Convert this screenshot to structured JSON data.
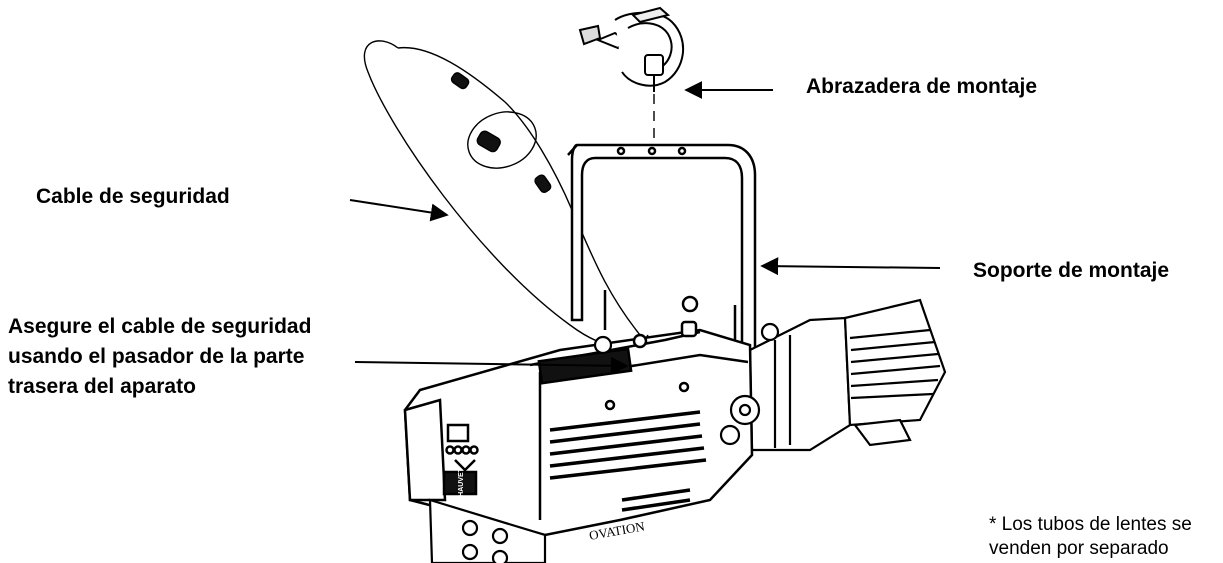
{
  "labels": {
    "mounting_clamp": "Abrazadera de montaje",
    "safety_cable": "Cable de seguridad",
    "mounting_bracket": "Soporte de montaje",
    "secure_cable": "Asegure el cable de seguridad\nusando el pasador de la parte\ntrasera del aparato",
    "lens_note": "* Los tubos de lentes se\nvenden por separado"
  },
  "fixture_marks": {
    "brand_front": "CHAUVET",
    "model_side": "OVATION"
  },
  "colors": {
    "line": "#000000",
    "background": "#ffffff",
    "vent": "#1a1a1a"
  }
}
